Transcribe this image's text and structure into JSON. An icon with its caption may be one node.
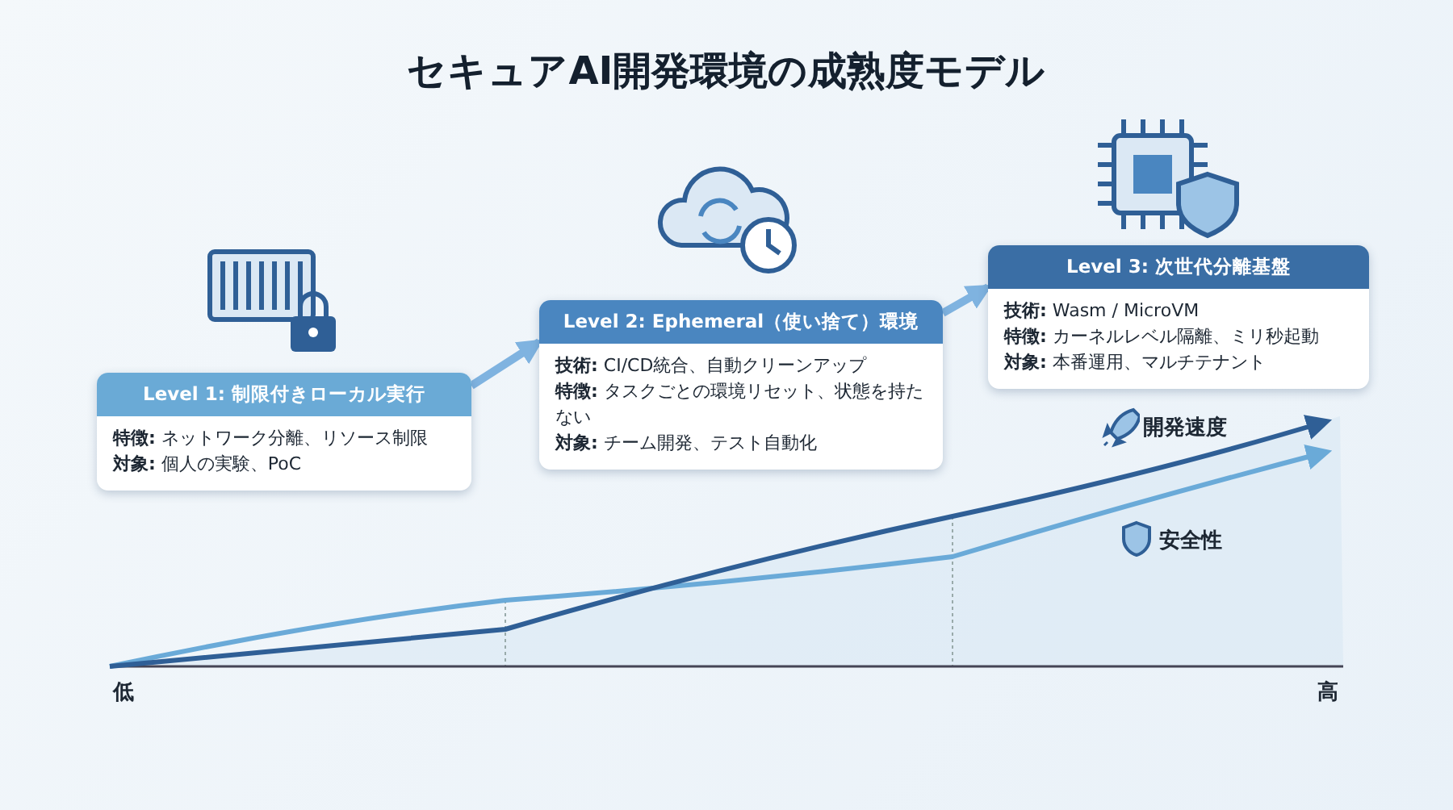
{
  "diagram": {
    "title": "セキュアAI開発環境の成熟度モデル",
    "nodes": [
      {
        "text": [
          "Level 1: 制限付きローカル実行",
          "**特徴:** ネットワーク分離、リソース制限",
          "**対象:** 個人の実験、PoC"
        ]
      },
      {
        "text": [
          "Level 2: Ephemeral（使い捨て）環境",
          "**技術:** CI/CD統合、自動クリーンアップ",
          "**特徴:** タスクごとの環境リセット、状態を持たない",
          "**対象:** チーム開発、テスト自動化"
        ]
      },
      {
        "text": [
          "Level 3: 次世代分離基盤",
          "**技術:** Wasm / MicroVM",
          "**特徴:** カーネルレベル隔離、ミリ秒起動",
          "**対象:** 本番運用、マルチテナント"
        ]
      }
    ],
    "edges": [
      {
        "from": 0,
        "to": 1,
        "arrow": "to"
      },
      {
        "from": 1,
        "to": 2,
        "arrow": "to"
      }
    ],
    "labels": [
      "開発速度",
      "安全性",
      "低",
      "高"
    ]
  }
}
